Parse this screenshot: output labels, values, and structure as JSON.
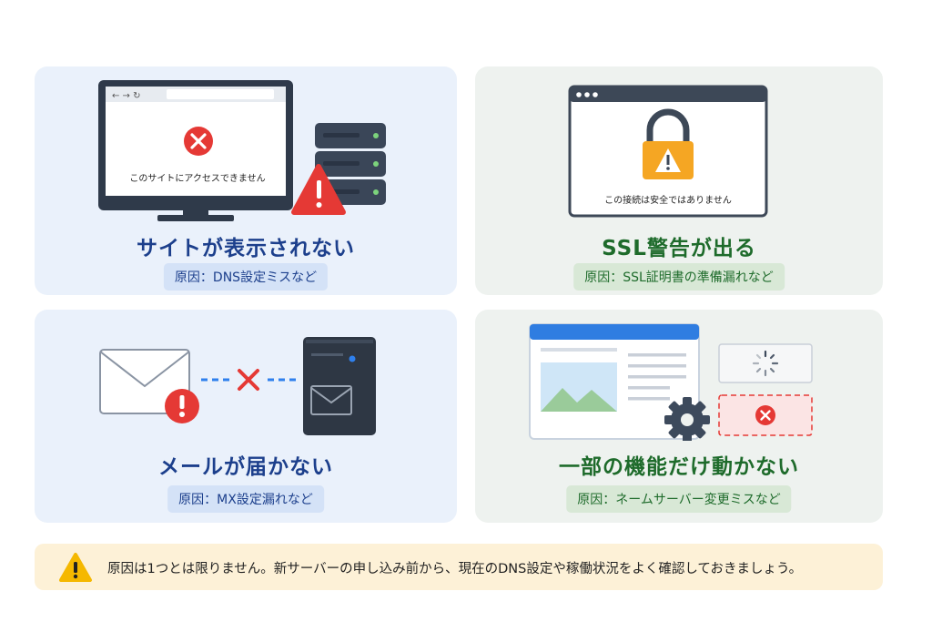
{
  "cards": {
    "site": {
      "title": "サイトが表示されない",
      "cause": "原因：DNS設定ミスなど",
      "browser_message": "このサイトにアクセスできません"
    },
    "ssl": {
      "title": "SSL警告が出る",
      "cause": "原因：SSL証明書の準備漏れなど",
      "browser_message": "この接続は安全ではありません"
    },
    "mail": {
      "title": "メールが届かない",
      "cause": "原因：MX設定漏れなど"
    },
    "func": {
      "title": "一部の機能だけ動かない",
      "cause": "原因：ネームサーバー変更ミスなど"
    }
  },
  "notice": {
    "text": "原因は1つとは限りません。新サーバーの申し込み前から、現在のDNS設定や稼働状況をよく確認しておきましょう。"
  },
  "icons": {
    "error": "error-x-icon",
    "warning": "warning-triangle-icon",
    "lock": "lock-warning-icon",
    "mail": "envelope-icon",
    "gear": "gear-icon",
    "spinner": "loading-spinner-icon"
  },
  "colors": {
    "blue_title": "#1c3f8c",
    "green_title": "#1e6b2b",
    "error_red": "#e53935",
    "warning_orange": "#f5a623"
  }
}
